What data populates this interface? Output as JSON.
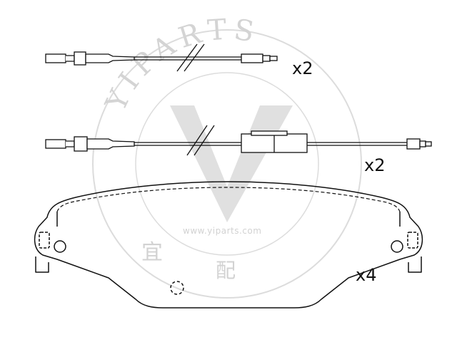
{
  "quantities": {
    "sensor_long": "x2",
    "sensor_with_connector": "x2",
    "brake_pad": "x4"
  },
  "watermark": {
    "brand_arc": "YIPARTS",
    "url": "www.yiparts.com",
    "chinese_char_1": "宜",
    "chinese_char_2": "配"
  },
  "colors": {
    "line": "#111111",
    "watermark": "#d2d2d2"
  }
}
